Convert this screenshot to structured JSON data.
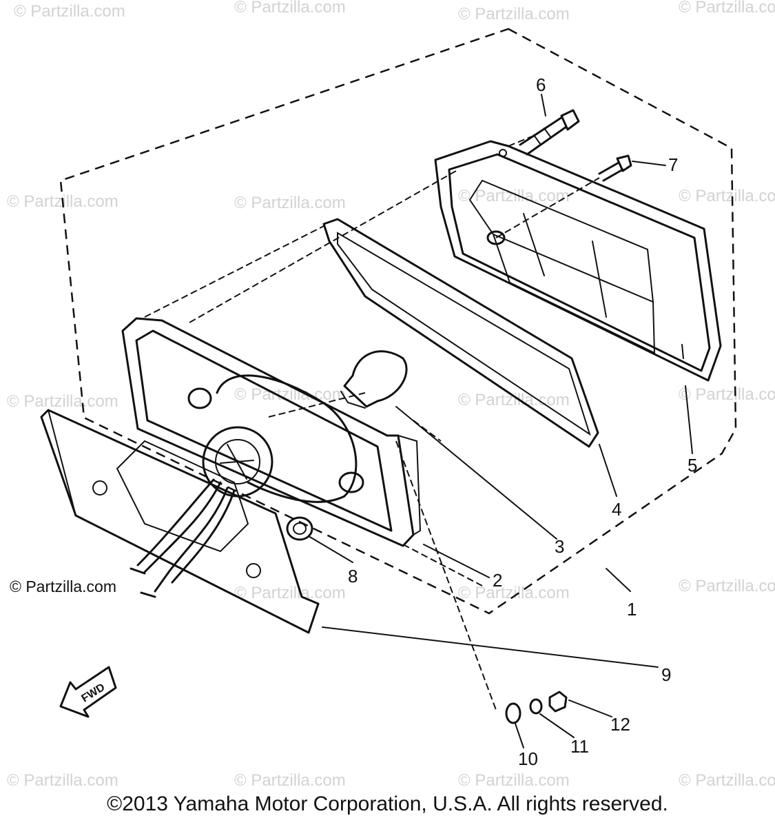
{
  "watermark": "© Partzilla.com",
  "credit": "© Partzilla.com",
  "copyright": "©2013 Yamaha Motor Corporation, U.S.A. All rights reserved.",
  "fwd_label": "FWD",
  "callouts": {
    "c1": "1",
    "c2": "2",
    "c3": "3",
    "c4": "4",
    "c5": "5",
    "c6": "6",
    "c7": "7",
    "c8": "8",
    "c9": "9",
    "c10": "10",
    "c11": "11",
    "c12": "12"
  }
}
